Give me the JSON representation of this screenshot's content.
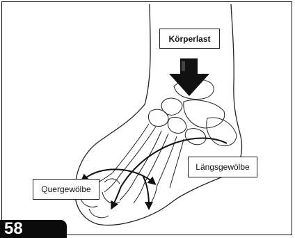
{
  "figure": {
    "labels": {
      "body_weight": "Körperlast",
      "longitudinal_arch": "Längsgewölbe",
      "transverse_arch": "Quergewölbe"
    },
    "page_number": "58",
    "colors": {
      "ink": "#111111",
      "page_tab": "#0b0b0b",
      "background": "#ffffff"
    }
  }
}
